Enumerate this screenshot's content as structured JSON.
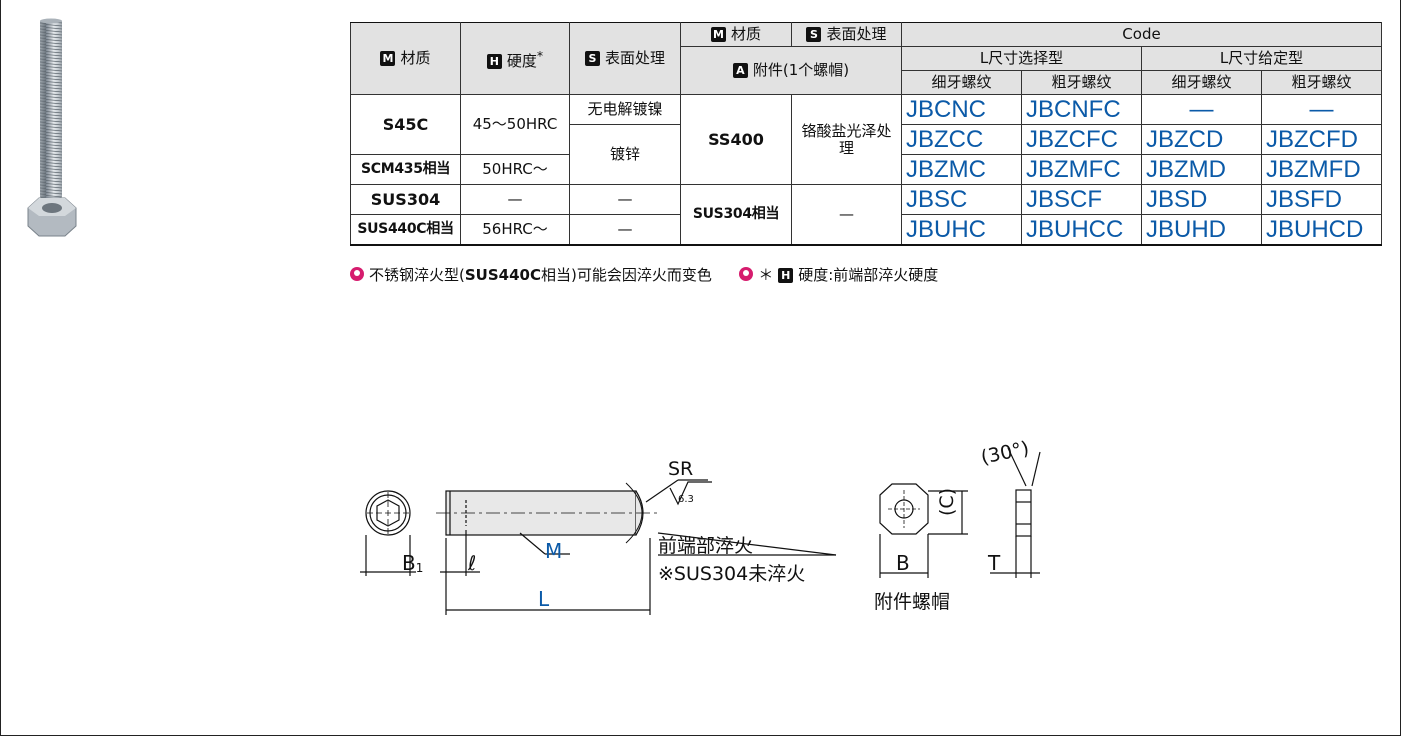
{
  "header": {
    "material_label": "材质",
    "hardness_label": "硬度",
    "hardness_mark": "*",
    "surface_label": "表面处理",
    "attach_material_label": "材质",
    "attach_surface_label": "表面处理",
    "attachment_label": "附件(1个螺帽)",
    "code_label": "Code",
    "l_select": "L尺寸选择型",
    "l_given": "L尺寸给定型",
    "fine1": "细牙螺纹",
    "coarse1": "粗牙螺纹",
    "fine2": "细牙螺纹",
    "coarse2": "粗牙螺纹",
    "badge_m": "M",
    "badge_h": "H",
    "badge_s": "S",
    "badge_a": "A"
  },
  "rows": {
    "s45c": "S45C",
    "s45c_hard": "45～50HRC",
    "s45c_surface": "无电解镀镍",
    "zinc": "镀锌",
    "scm": "SCM435相当",
    "scm_hard": "50HRC～",
    "sus304": "SUS304",
    "sus304_hard": "—",
    "sus304_surface": "—",
    "sus440": "SUS440C相当",
    "sus440_hard": "56HRC～",
    "sus440_surface": "—",
    "nut_ss400": "SS400",
    "nut_ss400_surface": "铬酸盐光泽处理",
    "nut_sus304": "SUS304相当",
    "nut_sus304_surface": "—"
  },
  "codes": [
    [
      "JBCNC",
      "JBCNFC",
      "—",
      "—"
    ],
    [
      "JBZCC",
      "JBZCFC",
      "JBZCD",
      "JBZCFD"
    ],
    [
      "JBZMC",
      "JBZMFC",
      "JBZMD",
      "JBZMFD"
    ],
    [
      "JBSC",
      "JBSCF",
      "JBSD",
      "JBSFD"
    ],
    [
      "JBUHC",
      "JBUHCC",
      "JBUHD",
      "JBUHCD"
    ]
  ],
  "notes": {
    "n1_pre": "不锈钢淬火型(",
    "n1_bold": "SUS440C",
    "n1_post": "相当)可能会因淬火而变色",
    "n2_star": "＊",
    "n2_badge": "H",
    "n2_text": "硬度:前端部淬火硬度"
  },
  "drawing": {
    "sr": "SR",
    "roughness": "6.3",
    "quench_front": "前端部淬火",
    "sus304_note": "※SUS304未淬火",
    "m": "M",
    "l": "L",
    "ell": "ℓ",
    "b1": "B",
    "b1_sub": "1",
    "b": "B",
    "c": "(C)",
    "t": "T",
    "angle": "(30°)",
    "nut_caption": "附件螺帽"
  },
  "colors": {
    "code_blue": "#0b5aa8",
    "header_gray": "#e2e2e2",
    "pin_magenta": "#d61c6e"
  }
}
